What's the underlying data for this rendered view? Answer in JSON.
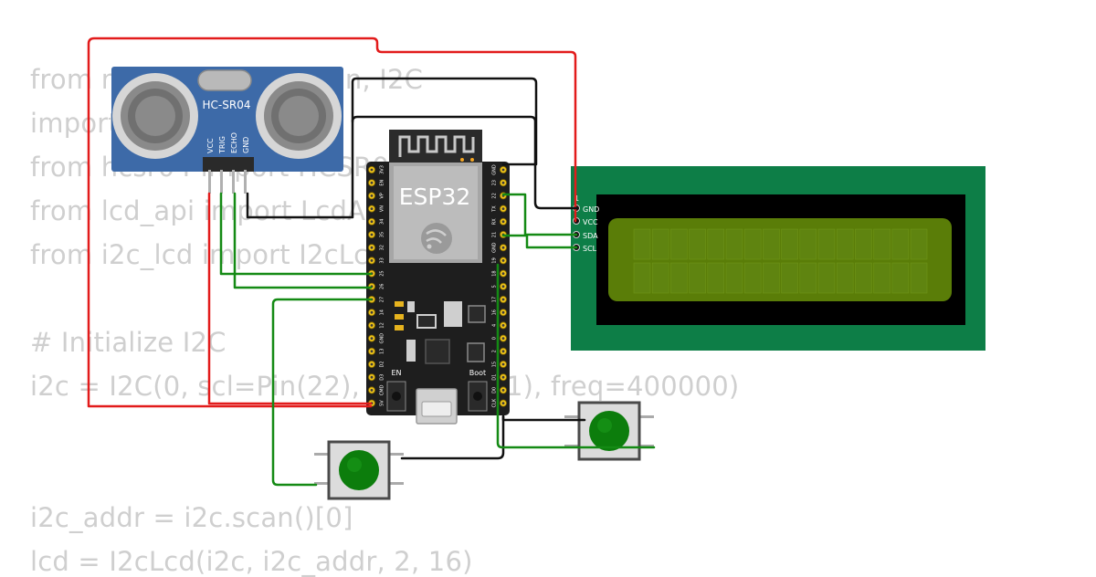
{
  "code_lines": [
    "from machine import Pin, I2C",
    "import utime",
    "from hcsr04 import HCSR04",
    "from lcd_api import LcdApi",
    "from i2c_lcd import I2cLcd",
    "# Initialize I2C",
    "i2c = I2C(0, scl=Pin(22), sda=Pin(21), freq=400000)",
    "i2c_addr = i2c.scan()[0]",
    "lcd = I2cLcd(i2c, i2c_addr, 2, 16)"
  ],
  "sensor": {
    "label": "HC-SR04",
    "pins": [
      "VCC",
      "TRIG",
      "ECHO",
      "GND"
    ]
  },
  "esp32": {
    "label": "ESP32",
    "left_pins": [
      "3V3",
      "EN",
      "VP",
      "VN",
      "34",
      "35",
      "32",
      "33",
      "25",
      "26",
      "27",
      "14",
      "12",
      "GND",
      "13",
      "D2",
      "D3",
      "CMD",
      "5V"
    ],
    "right_pins": [
      "GND",
      "23",
      "22",
      "TX",
      "RX",
      "21",
      "GND",
      "19",
      "18",
      "5",
      "17",
      "16",
      "4",
      "0",
      "2",
      "15",
      "D1",
      "D0",
      "CLK"
    ],
    "en_label": "EN",
    "boot_label": "Boot"
  },
  "lcd": {
    "pin_one": "1",
    "pins": [
      "GND",
      "VCC",
      "SDA",
      "SCL"
    ]
  },
  "colors": {
    "wire_red": "#e21b1b",
    "wire_black": "#111111",
    "wire_green": "#148a14",
    "sensor_blue": "#3d6aa8",
    "lcd_pcb": "#0d7e47",
    "lcd_screen": "#5a7d08",
    "button_cap": "#0c7d0c"
  }
}
